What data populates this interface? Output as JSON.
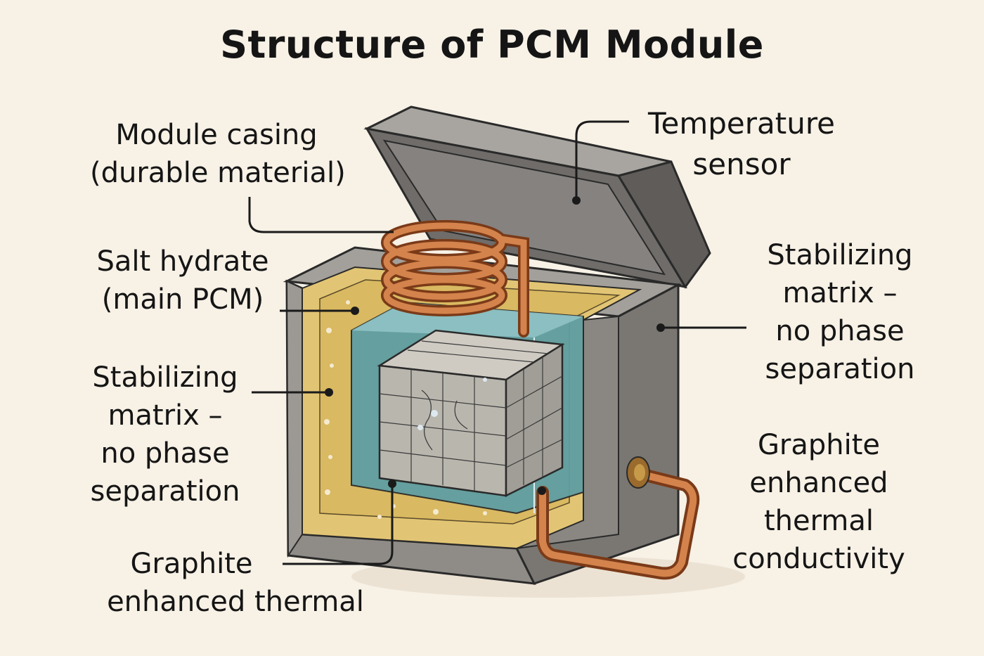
{
  "title": "Structure of PCM Module",
  "labels": {
    "module_casing": [
      "Module casing",
      "(durable material)"
    ],
    "temperature_sensor": [
      "Temperature",
      "sensor"
    ],
    "salt_hydrate": [
      "Salt hydrate",
      "(main PCM)"
    ],
    "stabilizing_left": [
      "Stabilizing",
      "matrix –",
      "no phase",
      "separation"
    ],
    "stabilizing_right": [
      "Stabilizing",
      "matrix –",
      "no phase",
      "separation"
    ],
    "graphite_bottom": [
      "Graphite",
      "enhanced thermal"
    ],
    "graphite_right": [
      "Graphite",
      "enhanced",
      "thermal",
      "conductivity"
    ]
  },
  "colors": {
    "background": "#f7f1e6",
    "casing": "#8c8985",
    "insulation": "#e2c574",
    "pcm_liquid": "#5f9ea3",
    "matrix_block": "#b9b6ae",
    "copper": "#c06a35"
  }
}
